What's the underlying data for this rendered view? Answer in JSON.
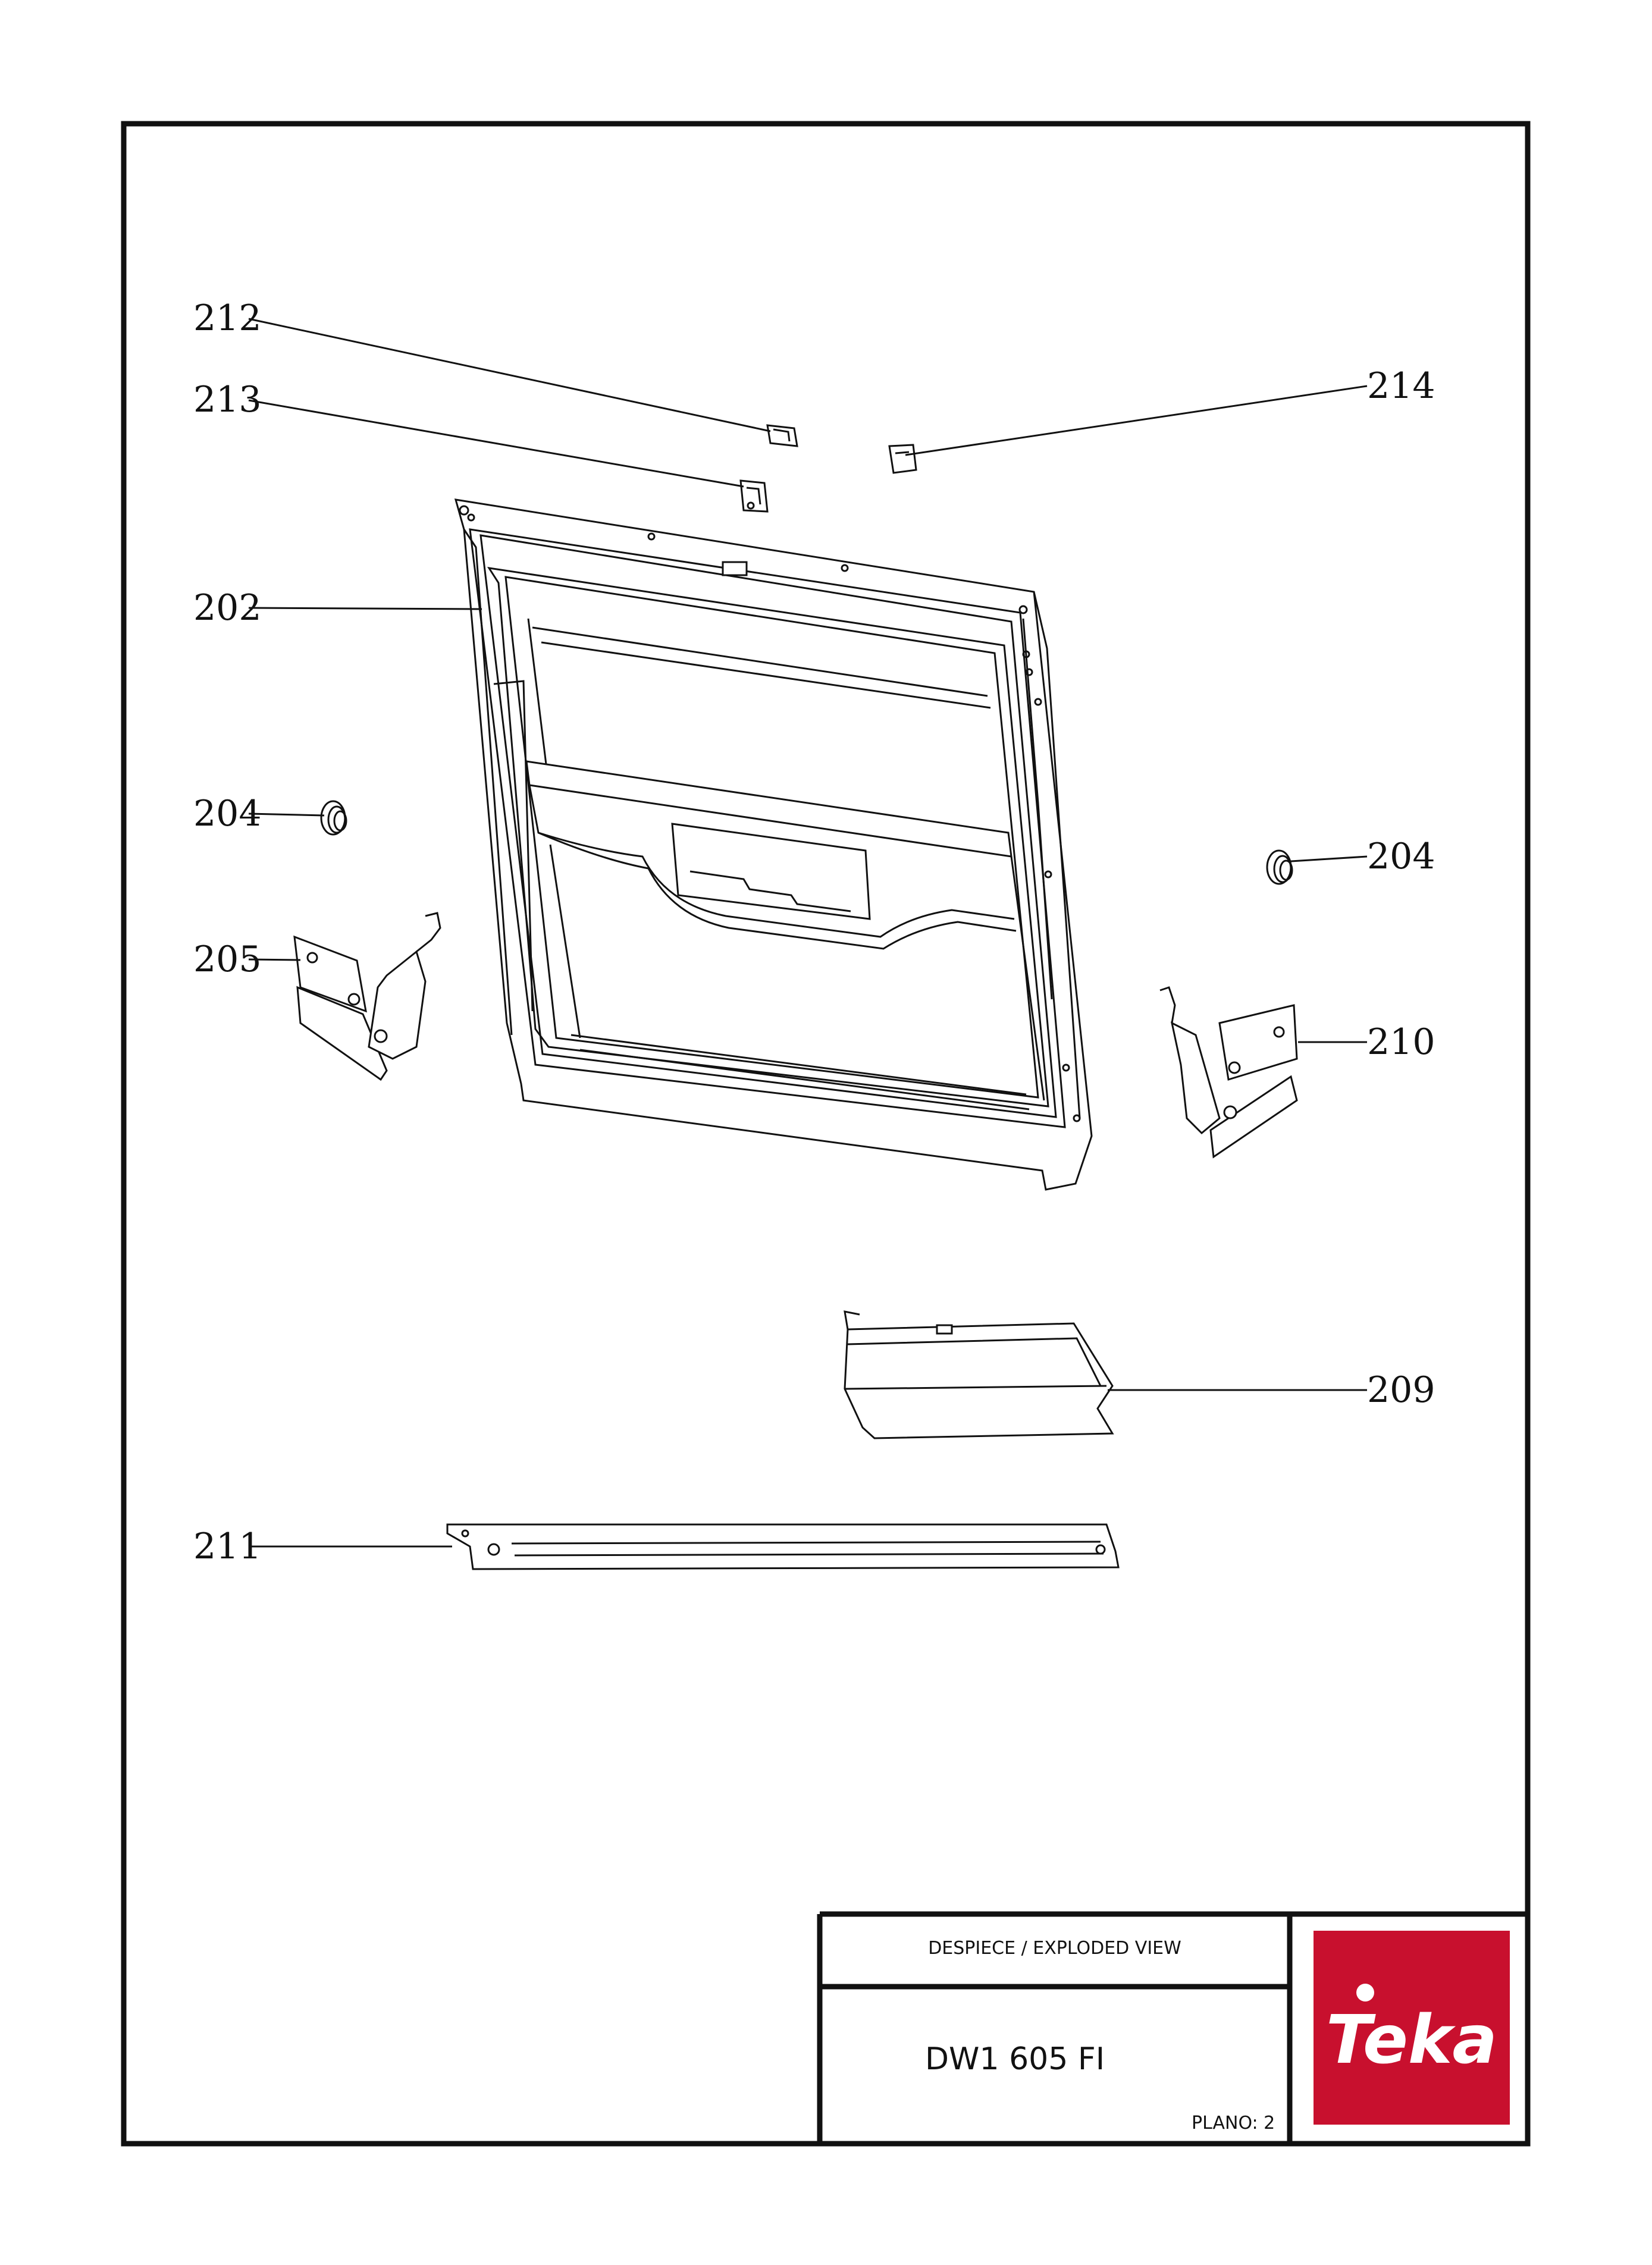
{
  "title_block": {
    "header": "DESPIECE / EXPLODED VIEW",
    "model": "DW1 605 FI",
    "sheet_label": "PLANO: 2",
    "logo_text": "Teka"
  },
  "callouts": {
    "c212": "212",
    "c213": "213",
    "c214": "214",
    "c202": "202",
    "c204_left": "204",
    "c204_right": "204",
    "c205": "205",
    "c210": "210",
    "c209": "209",
    "c211": "211"
  },
  "colors": {
    "line": "#111111",
    "brand": "#c8102e"
  }
}
